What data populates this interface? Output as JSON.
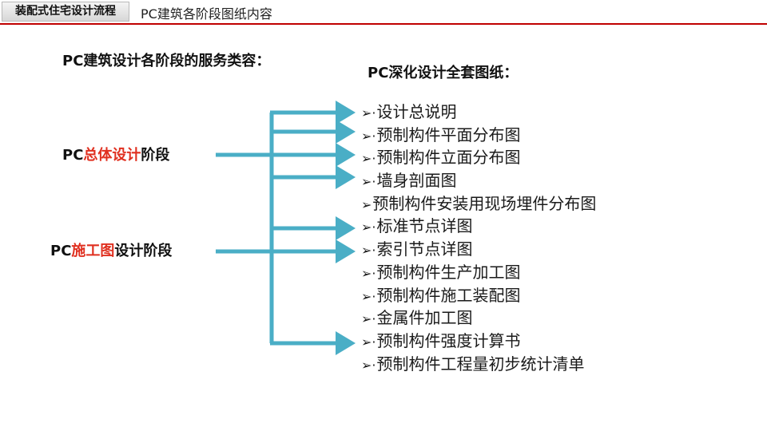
{
  "header": {
    "section_tab": "装配式住宅设计流程",
    "page_title": "PC建筑各阶段图纸内容",
    "accent_color": "#c00000"
  },
  "main": {
    "left_heading": "PC建筑设计各阶段的服务类容：",
    "right_heading": "PC深化设计全套图纸：",
    "stage1": {
      "prefix": "PC",
      "highlight": "总体设计",
      "suffix": "阶段"
    },
    "stage2": {
      "prefix": "PC",
      "highlight": "施工图",
      "suffix": "设计阶段"
    },
    "highlight_color": "#e03020",
    "connector_color": "#4aaec6",
    "drawings": [
      {
        "marker": "➢·",
        "label": "设计总说明"
      },
      {
        "marker": "➢·",
        "label": "预制构件平面分布图"
      },
      {
        "marker": "➢·",
        "label": "预制构件立面分布图"
      },
      {
        "marker": "➢·",
        "label": "墙身剖面图"
      },
      {
        "marker": "➢",
        "label": "预制构件安装用现场埋件分布图"
      },
      {
        "marker": "➢·",
        "label": "标准节点详图"
      },
      {
        "marker": "➢·",
        "label": "索引节点详图"
      },
      {
        "marker": "➢·",
        "label": "预制构件生产加工图"
      },
      {
        "marker": "➢·",
        "label": "预制构件施工装配图"
      },
      {
        "marker": "➢·",
        "label": "金属件加工图"
      },
      {
        "marker": "➢·",
        "label": "预制构件强度计算书"
      },
      {
        "marker": "➢·",
        "label": "预制构件工程量初步统计清单"
      }
    ]
  }
}
